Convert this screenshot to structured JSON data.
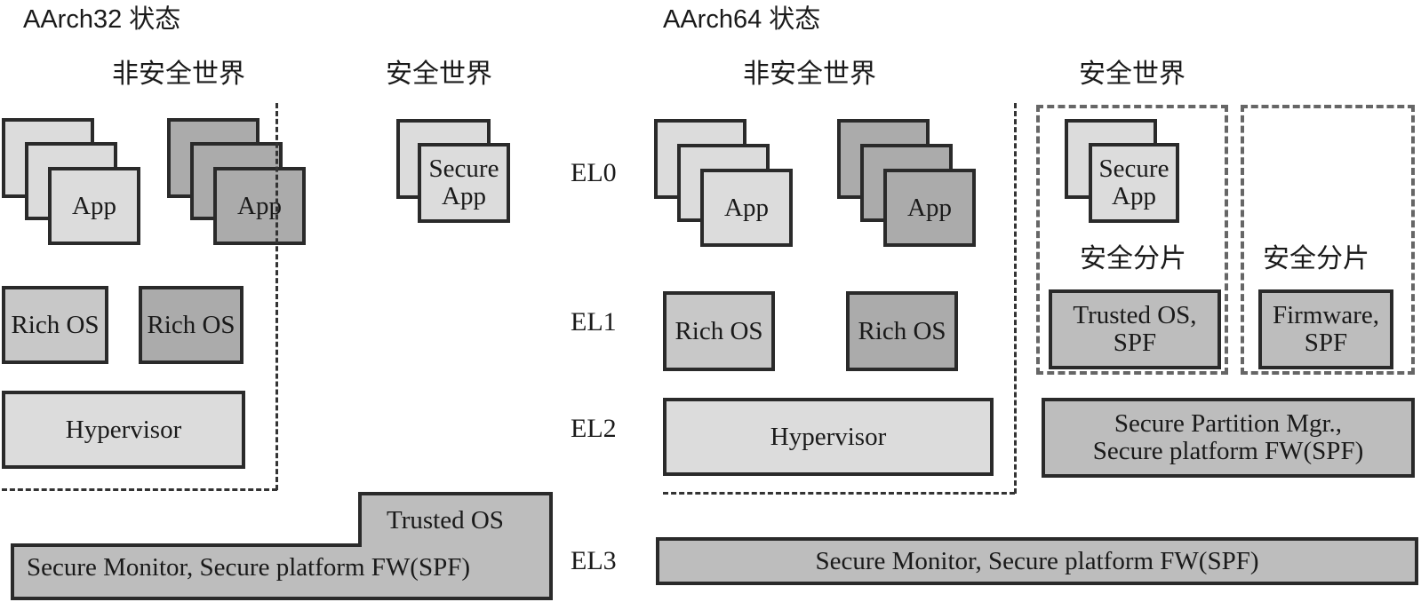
{
  "aarch32": {
    "heading": "AArch32 状态",
    "nonsecure_world": "非安全世界",
    "secure_world": "安全世界",
    "app_left": "App",
    "app_right": "App",
    "secure_app": "Secure\nApp",
    "rich_os_left": "Rich OS",
    "rich_os_right": "Rich OS",
    "hypervisor": "Hypervisor",
    "trusted_os": "Trusted OS",
    "secure_monitor": "Secure Monitor, Secure platform FW(SPF)"
  },
  "exception_levels": [
    "EL0",
    "EL1",
    "EL2",
    "EL3"
  ],
  "aarch64": {
    "heading": "AArch64 状态",
    "nonsecure_world": "非安全世界",
    "secure_world": "安全世界",
    "app_left": "App",
    "app_right": "App",
    "secure_app": "Secure\nApp",
    "secure_partition_left": "安全分片",
    "secure_partition_right": "安全分片",
    "rich_os_left": "Rich OS",
    "rich_os_right": "Rich OS",
    "trusted_os_spf": "Trusted OS,\nSPF",
    "firmware_spf": "Firmware,\nSPF",
    "hypervisor": "Hypervisor",
    "secure_partition_mgr": "Secure Partition Mgr.,\nSecure platform FW(SPF)",
    "secure_monitor": "Secure Monitor, Secure platform FW(SPF)"
  },
  "colors": {
    "light_fill": "#dcdcdc",
    "mid_fill": "#c8c8c8",
    "dark_fill": "#ababab",
    "secure_fill": "#bdbdbd",
    "border": "#2a2a2a"
  }
}
